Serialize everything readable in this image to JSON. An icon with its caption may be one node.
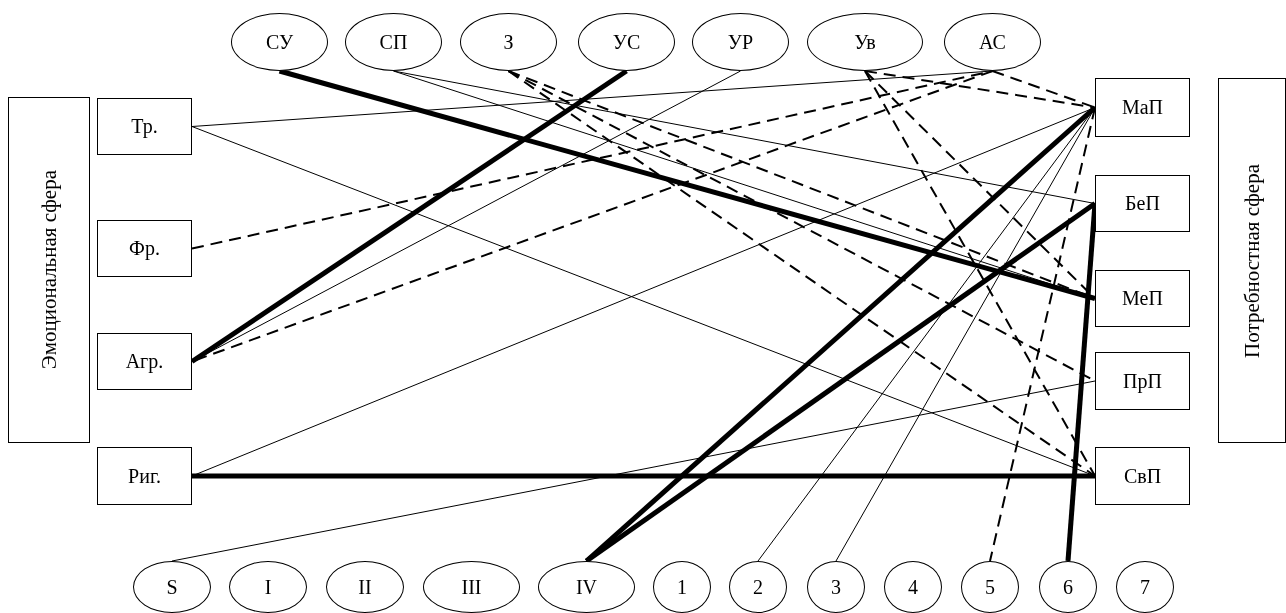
{
  "diagram": {
    "nodes": [
      {
        "text": [
          "Эмоциональная сфера"
        ]
      },
      {
        "text": [
          "Тр."
        ]
      },
      {
        "text": [
          "Фр."
        ]
      },
      {
        "text": [
          "Агр."
        ]
      },
      {
        "text": [
          "Риг."
        ]
      },
      {
        "text": [
          "Потребностная сфера"
        ]
      },
      {
        "text": [
          "МаП"
        ]
      },
      {
        "text": [
          "БеП"
        ]
      },
      {
        "text": [
          "МеП"
        ]
      },
      {
        "text": [
          "ПрП"
        ]
      },
      {
        "text": [
          "СвП"
        ]
      },
      {
        "text": [
          "СУ"
        ]
      },
      {
        "text": [
          "СП"
        ]
      },
      {
        "text": [
          "З"
        ]
      },
      {
        "text": [
          "УС"
        ]
      },
      {
        "text": [
          "УР"
        ]
      },
      {
        "text": [
          "Ув"
        ]
      },
      {
        "text": [
          "АС"
        ]
      },
      {
        "text": [
          "S"
        ]
      },
      {
        "text": [
          "I"
        ]
      },
      {
        "text": [
          "II"
        ]
      },
      {
        "text": [
          "III"
        ]
      },
      {
        "text": [
          "IV"
        ]
      },
      {
        "text": [
          "1"
        ]
      },
      {
        "text": [
          "2"
        ]
      },
      {
        "text": [
          "3"
        ]
      },
      {
        "text": [
          "4"
        ]
      },
      {
        "text": [
          "5"
        ]
      },
      {
        "text": [
          "6"
        ]
      },
      {
        "text": [
          "7"
        ]
      }
    ],
    "edges": [
      {
        "from": 11,
        "to": 8,
        "arrow": "none",
        "style": "thick"
      },
      {
        "from": 13,
        "to": 8,
        "arrow": "none",
        "style": "dashed"
      },
      {
        "from": 12,
        "to": 7,
        "arrow": "none"
      },
      {
        "from": 12,
        "to": 8,
        "arrow": "none"
      },
      {
        "from": 13,
        "to": 9,
        "arrow": "none",
        "style": "dashed"
      },
      {
        "from": 13,
        "to": 10,
        "arrow": "none",
        "style": "dashed"
      },
      {
        "from": 14,
        "to": 3,
        "arrow": "none",
        "style": "thick"
      },
      {
        "from": 15,
        "to": 3,
        "arrow": "none"
      },
      {
        "from": 17,
        "to": 3,
        "arrow": "none",
        "style": "dashed"
      },
      {
        "from": 1,
        "to": 17,
        "arrow": "none"
      },
      {
        "from": 1,
        "to": 10,
        "arrow": "none"
      },
      {
        "from": 2,
        "to": 17,
        "arrow": "none",
        "style": "dashed"
      },
      {
        "from": 17,
        "to": 6,
        "arrow": "none",
        "style": "dashed"
      },
      {
        "from": 16,
        "to": 8,
        "arrow": "none",
        "style": "dashed"
      },
      {
        "from": 16,
        "to": 6,
        "arrow": "none",
        "style": "dashed"
      },
      {
        "from": 16,
        "to": 10,
        "arrow": "none",
        "style": "dashed"
      },
      {
        "from": 4,
        "to": 6,
        "arrow": "none"
      },
      {
        "from": 18,
        "to": 9,
        "arrow": "none"
      },
      {
        "from": 4,
        "to": 10,
        "arrow": "none",
        "style": "thick"
      },
      {
        "from": 22,
        "to": 6,
        "arrow": "none",
        "style": "thick"
      },
      {
        "from": 22,
        "to": 7,
        "arrow": "none",
        "style": "thick"
      },
      {
        "from": 6,
        "to": 24,
        "arrow": "none"
      },
      {
        "from": 6,
        "to": 25,
        "arrow": "none"
      },
      {
        "from": 6,
        "to": 27,
        "arrow": "none",
        "style": "dashed"
      },
      {
        "from": 7,
        "to": 28,
        "arrow": "none",
        "style": "thick"
      }
    ]
  }
}
